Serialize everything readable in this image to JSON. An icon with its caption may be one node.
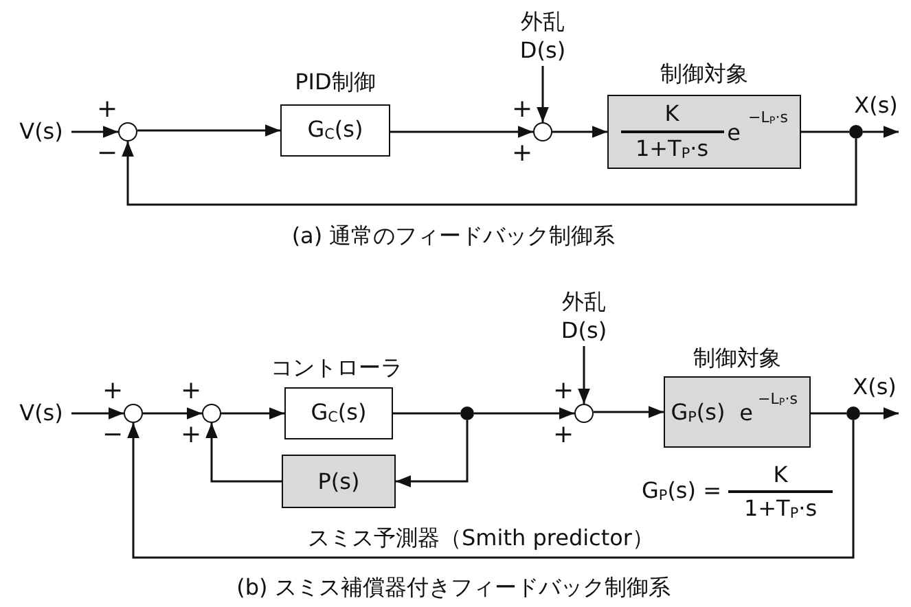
{
  "diagram": {
    "nodes": [
      {
        "text": [
          "V(s)"
        ]
      },
      {
        "text": [],
        "shape": "circle",
        "beside": [
          "+",
          "−"
        ]
      },
      {
        "text": [
          "PID制御",
          "G$_{C}$(s)"
        ]
      },
      {
        "text": [
          "外乱",
          "D(s)"
        ]
      },
      {
        "text": [],
        "shape": "circle",
        "beside": [
          "+",
          "+"
        ]
      },
      {
        "text": [
          "制御対象",
          "K",
          "1+T$_{P}$·s",
          "e",
          "−L$_{P}$·s"
        ]
      },
      {
        "text": [],
        "shape": "circle"
      },
      {
        "text": [
          "X(s)"
        ]
      },
      {
        "text": [
          "V(s)"
        ]
      },
      {
        "text": [],
        "shape": "circle",
        "beside": [
          "+",
          "−"
        ]
      },
      {
        "text": [],
        "shape": "circle",
        "beside": [
          "+",
          "+"
        ]
      },
      {
        "text": [
          "コントローラ",
          "G$_{C}$(s)"
        ]
      },
      {
        "text": [],
        "shape": "circle"
      },
      {
        "text": [
          "P(s)"
        ]
      },
      {
        "text": [
          "外乱",
          "D(s)"
        ]
      },
      {
        "text": [],
        "shape": "circle",
        "beside": [
          "+",
          "+"
        ]
      },
      {
        "text": [
          "制御対象",
          "G$_{P}$(s)",
          "e",
          "−L$_{P}$·s"
        ]
      },
      {
        "text": [],
        "shape": "circle"
      },
      {
        "text": [
          "X(s)"
        ]
      }
    ],
    "edges": [
      {
        "from": 0,
        "to": 1,
        "arrow": "to"
      },
      {
        "from": 1,
        "to": 2,
        "arrow": "to"
      },
      {
        "from": 2,
        "to": 4,
        "arrow": "to"
      },
      {
        "from": 3,
        "to": 4,
        "arrow": "to"
      },
      {
        "from": 4,
        "to": 5,
        "arrow": "to"
      },
      {
        "from": 5,
        "to": 6,
        "arrow": "none"
      },
      {
        "from": 6,
        "to": 7,
        "arrow": "to"
      },
      {
        "from": 6,
        "to": 1,
        "arrow": "to"
      },
      {
        "from": 8,
        "to": 9,
        "arrow": "to"
      },
      {
        "from": 9,
        "to": 10,
        "arrow": "to"
      },
      {
        "from": 10,
        "to": 11,
        "arrow": "to"
      },
      {
        "from": 11,
        "to": 12,
        "arrow": "none"
      },
      {
        "from": 12,
        "to": 15,
        "arrow": "to"
      },
      {
        "from": 14,
        "to": 15,
        "arrow": "to"
      },
      {
        "from": 15,
        "to": 16,
        "arrow": "to"
      },
      {
        "from": 16,
        "to": 17,
        "arrow": "none"
      },
      {
        "from": 17,
        "to": 18,
        "arrow": "to"
      },
      {
        "from": 12,
        "to": 13,
        "arrow": "to"
      },
      {
        "from": 13,
        "to": 10,
        "arrow": "to"
      },
      {
        "from": 17,
        "to": 9,
        "arrow": "to"
      }
    ],
    "labels": [
      "(a) 通常のフィードバック制御系",
      "G$_{P}$(s) =",
      "K",
      "1+T$_{P}$·s",
      "スミス予測器（Smith predictor）",
      "(b) スミス補償器付きフィードバック制御系"
    ]
  }
}
